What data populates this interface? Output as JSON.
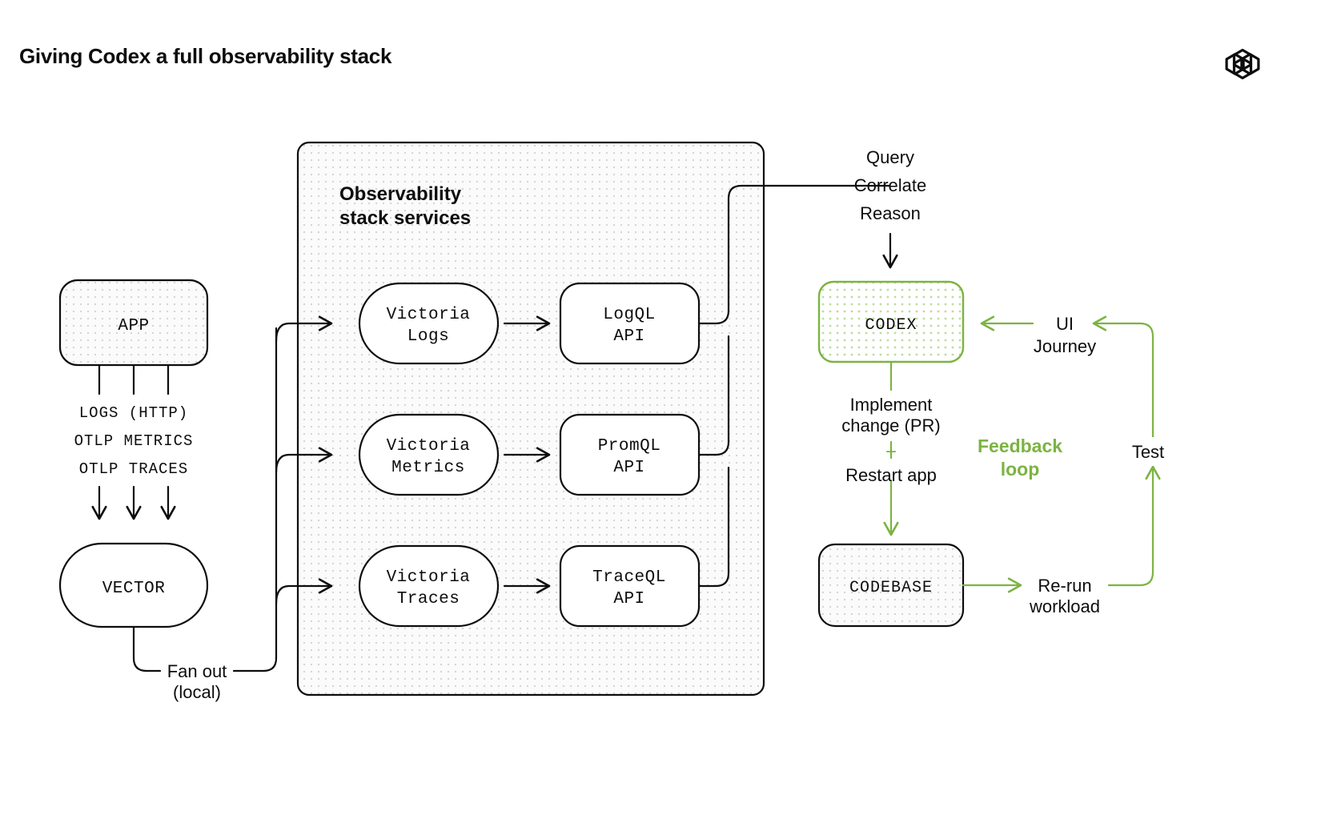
{
  "page": {
    "title": "Giving Codex a full observability stack",
    "logo": "openai-logo",
    "background_color": "#ffffff",
    "accent_green": "#7cb342",
    "ink": "#0d0d0d"
  },
  "diagram": {
    "type": "flow-diagram",
    "left_column": {
      "app_node": {
        "label": "APP",
        "fill": "dotted-gray",
        "border": "#0d0d0d"
      },
      "signals": [
        "LOGS (HTTP)",
        "OTLP METRICS",
        "OTLP TRACES"
      ],
      "collector_node": {
        "label": "VECTOR",
        "fill": "white",
        "border": "#0d0d0d"
      },
      "fanout_label_line1": "Fan out",
      "fanout_label_line2": "(local)"
    },
    "stack_group": {
      "title_line1": "Observability",
      "title_line2": "stack services",
      "fill": "dotted-gray",
      "border": "#0d0d0d",
      "stores": [
        {
          "line1": "Victoria",
          "line2": "Logs"
        },
        {
          "line1": "Victoria",
          "line2": "Metrics"
        },
        {
          "line1": "Victoria",
          "line2": "Traces"
        }
      ],
      "apis": [
        {
          "line1": "LogQL",
          "line2": "API"
        },
        {
          "line1": "PromQL",
          "line2": "API"
        },
        {
          "line1": "TraceQL",
          "line2": "API"
        }
      ]
    },
    "right_column": {
      "query_lines": [
        "Query",
        "Correlate",
        "Reason"
      ],
      "codex_node": {
        "label": "CODEX",
        "fill": "dotted-green",
        "border": "#7cb342"
      },
      "codebase_node": {
        "label": "CODEBASE",
        "fill": "dotted-gray",
        "border": "#0d0d0d"
      },
      "implement_line1": "Implement",
      "implement_line2": "change (PR)",
      "plus": "+",
      "restart": "Restart app",
      "feedback_line1": "Feedback",
      "feedback_line2": "loop",
      "ui_journey_line1": "UI",
      "ui_journey_line2": "Journey",
      "test_label": "Test",
      "rerun_line1": "Re-run",
      "rerun_line2": "workload"
    }
  }
}
